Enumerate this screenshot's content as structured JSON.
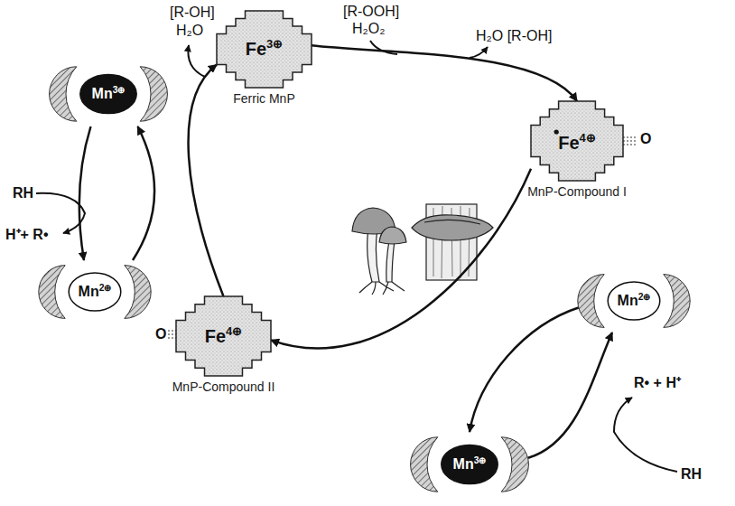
{
  "diagram": {
    "nodes": [
      {
        "text": [
          "Fe3⊕",
          "Ferric MnP"
        ]
      },
      {
        "text": [
          "Fe4⊕",
          "MnP-Compound I"
        ]
      },
      {
        "text": [
          "Fe4⊕",
          "MnP-Compound II"
        ]
      },
      {
        "text": [
          "Mn3⊕"
        ]
      },
      {
        "text": [
          "Mn2⊕"
        ]
      },
      {
        "text": [
          "Mn2⊕"
        ]
      },
      {
        "text": [
          "Mn3⊕"
        ]
      }
    ],
    "edges": [
      {
        "from": 0,
        "to": 1,
        "arrow": "to"
      },
      {
        "from": 1,
        "to": 2,
        "arrow": "to"
      },
      {
        "from": 2,
        "to": 0,
        "arrow": "to"
      },
      {
        "from": 4,
        "to": 3,
        "arrow": "to"
      },
      {
        "from": 3,
        "to": 4,
        "arrow": "to"
      },
      {
        "from": 5,
        "to": 6,
        "arrow": "to"
      },
      {
        "from": 6,
        "to": 5,
        "arrow": "to"
      }
    ],
    "labels": [
      "[R-OH]",
      "H₂O",
      "[R-OOH]",
      "H₂O₂",
      "H₂O [R-OH]",
      "O",
      "RH",
      "H⁺+ R•",
      "O",
      "R• + H⁺",
      "RH"
    ]
  }
}
